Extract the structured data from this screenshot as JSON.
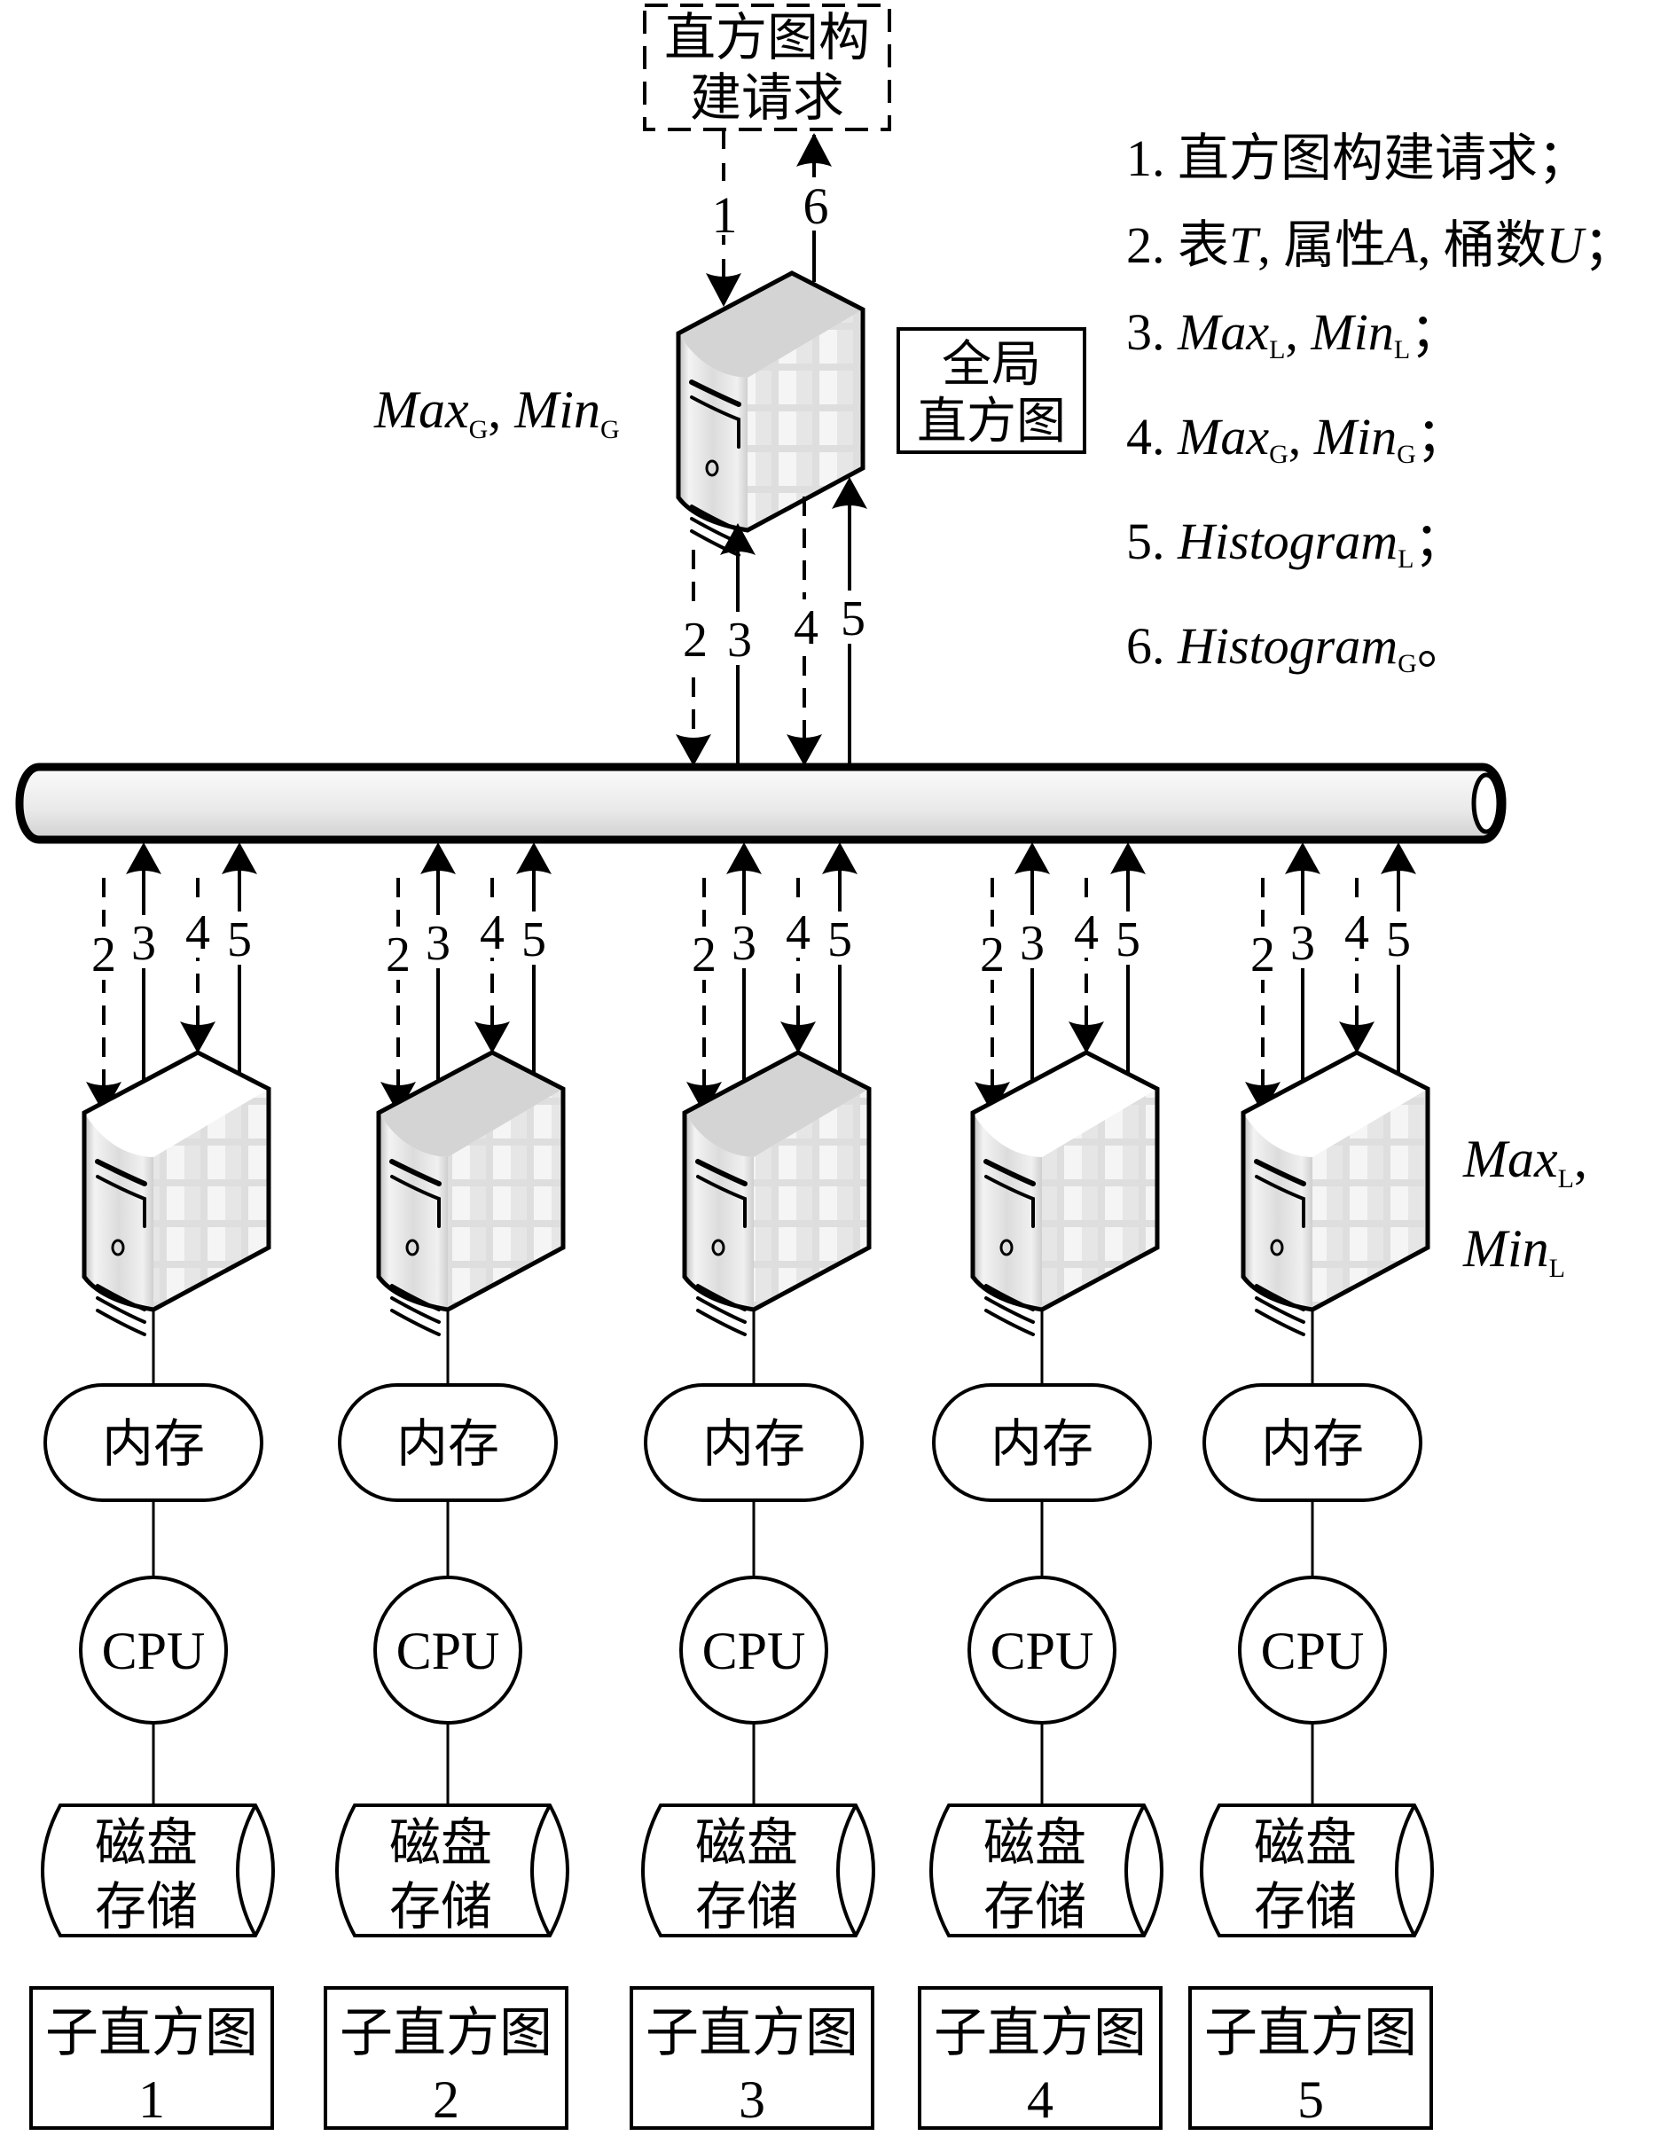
{
  "request_box": {
    "line1": "直方图构",
    "line2": "建请求"
  },
  "global_histogram_box": {
    "line1": "全局",
    "line2": "直方图"
  },
  "master_label": {
    "max": "Max",
    "max_sub": "G",
    "sep": ", ",
    "min": "Min",
    "min_sub": "G"
  },
  "node_label": {
    "max": "Max",
    "max_sub": "L",
    "sep": ",",
    "min": "Min",
    "min_sub": "L"
  },
  "top_arrows": {
    "down": "1",
    "up": "6"
  },
  "master_bus_arrows": [
    "2",
    "3",
    "4",
    "5"
  ],
  "legend": [
    {
      "num": "1. ",
      "parts": [
        {
          "t": "直方图构建请求；"
        }
      ]
    },
    {
      "num": "2. ",
      "parts": [
        {
          "t": "表"
        },
        {
          "t": "T",
          "i": true
        },
        {
          "t": ", 属性"
        },
        {
          "t": "A",
          "i": true
        },
        {
          "t": ", 桶数"
        },
        {
          "t": "U",
          "i": true
        },
        {
          "t": "；"
        }
      ]
    },
    {
      "num": "3. ",
      "parts": [
        {
          "t": "Max",
          "i": true,
          "sub": "L"
        },
        {
          "t": ", "
        },
        {
          "t": "Min",
          "i": true,
          "sub": "L"
        },
        {
          "t": "；"
        }
      ]
    },
    {
      "num": "4. ",
      "parts": [
        {
          "t": "Max",
          "i": true,
          "sub": "G"
        },
        {
          "t": ", "
        },
        {
          "t": "Min",
          "i": true,
          "sub": "G"
        },
        {
          "t": "；"
        }
      ]
    },
    {
      "num": "5. ",
      "parts": [
        {
          "t": "Histogram",
          "i": true,
          "sub": "L"
        },
        {
          "t": "；"
        }
      ]
    },
    {
      "num": "6. ",
      "parts": [
        {
          "t": "Histogram",
          "i": true,
          "sub": "G"
        },
        {
          "t": "。"
        }
      ]
    }
  ],
  "nodes": [
    {
      "arrows": [
        "2",
        "3",
        "4",
        "5"
      ],
      "memory": "内存",
      "cpu": "CPU",
      "disk_line1": "磁盘",
      "disk_line2": "存储",
      "sub_hist": "子直方图",
      "index": "1",
      "top_color": "#ffffff"
    },
    {
      "arrows": [
        "2",
        "3",
        "4",
        "5"
      ],
      "memory": "内存",
      "cpu": "CPU",
      "disk_line1": "磁盘",
      "disk_line2": "存储",
      "sub_hist": "子直方图",
      "index": "2",
      "top_color": "#d4d4d4"
    },
    {
      "arrows": [
        "2",
        "3",
        "4",
        "5"
      ],
      "memory": "内存",
      "cpu": "CPU",
      "disk_line1": "磁盘",
      "disk_line2": "存储",
      "sub_hist": "子直方图",
      "index": "3",
      "top_color": "#d4d4d4"
    },
    {
      "arrows": [
        "2",
        "3",
        "4",
        "5"
      ],
      "memory": "内存",
      "cpu": "CPU",
      "disk_line1": "磁盘",
      "disk_line2": "存储",
      "sub_hist": "子直方图",
      "index": "4",
      "top_color": "#ffffff"
    },
    {
      "arrows": [
        "2",
        "3",
        "4",
        "5"
      ],
      "memory": "内存",
      "cpu": "CPU",
      "disk_line1": "磁盘",
      "disk_line2": "存储",
      "sub_hist": "子直方图",
      "index": "5",
      "top_color": "#ffffff"
    }
  ],
  "colors": {
    "line": "#000000",
    "server_face": "#e6e6e6",
    "server_side": "#dcdcdc",
    "master_top": "#d4d4d4",
    "bus_fill": "#e8e8e8"
  }
}
